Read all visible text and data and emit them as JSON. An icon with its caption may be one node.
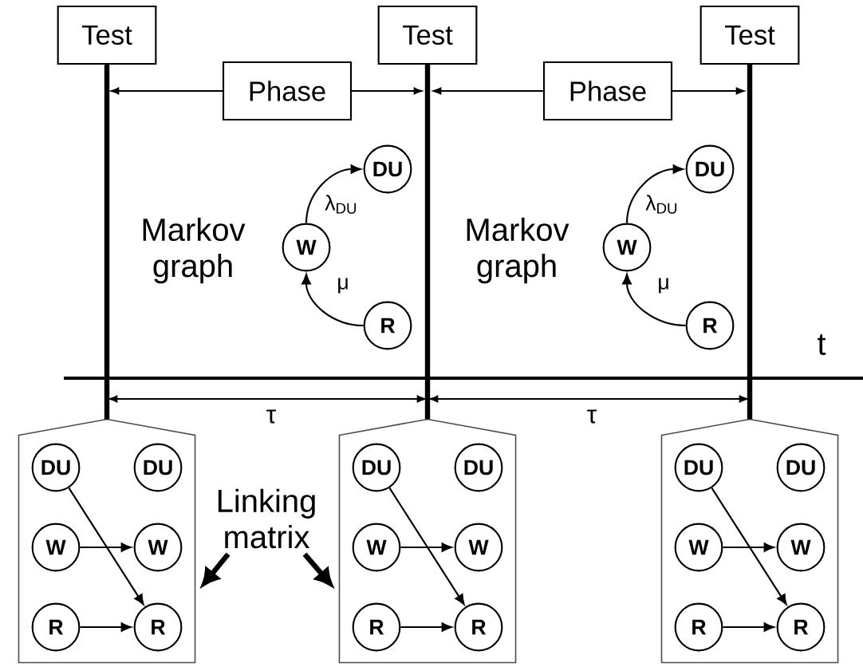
{
  "diagram": {
    "nodes": [
      {
        "text": [
          "Test"
        ]
      },
      {
        "text": [
          "Test"
        ]
      },
      {
        "text": [
          "Test"
        ]
      },
      {
        "text": [
          "Phase"
        ]
      },
      {
        "text": [
          "Phase"
        ]
      },
      {
        "text": [
          "DU"
        ]
      },
      {
        "text": [
          "W"
        ]
      },
      {
        "text": [
          "R"
        ]
      },
      {
        "text": [
          "DU"
        ]
      },
      {
        "text": [
          "W"
        ]
      },
      {
        "text": [
          "R"
        ]
      },
      {
        "text": [],
        "shape": "box"
      },
      {
        "text": [
          "DU"
        ],
        "in": 11
      },
      {
        "text": [
          "DU"
        ],
        "in": 11
      },
      {
        "text": [
          "W"
        ],
        "in": 11
      },
      {
        "text": [
          "W"
        ],
        "in": 11
      },
      {
        "text": [
          "R"
        ],
        "in": 11
      },
      {
        "text": [
          "R"
        ],
        "in": 11
      },
      {
        "text": [
          "Linking matrix"
        ]
      },
      {
        "text": [],
        "shape": "box"
      },
      {
        "text": [
          "DU"
        ],
        "in": 19
      },
      {
        "text": [
          "DU"
        ],
        "in": 19
      },
      {
        "text": [
          "W"
        ],
        "in": 19
      },
      {
        "text": [
          "W"
        ],
        "in": 19
      },
      {
        "text": [
          "R"
        ],
        "in": 19
      },
      {
        "text": [
          "R"
        ],
        "in": 19
      },
      {
        "text": [],
        "shape": "box"
      },
      {
        "text": [
          "DU"
        ],
        "in": 26
      },
      {
        "text": [
          "DU"
        ],
        "in": 26
      },
      {
        "text": [
          "W"
        ],
        "in": 26
      },
      {
        "text": [
          "W"
        ],
        "in": 26
      },
      {
        "text": [
          "R"
        ],
        "in": 26
      },
      {
        "text": [
          "R"
        ],
        "in": 26
      }
    ],
    "edges": [
      {
        "from": 6,
        "to": 5,
        "arrow": "to",
        "label": "λ$_{DU}$"
      },
      {
        "from": 7,
        "to": 6,
        "arrow": "to",
        "label": "μ"
      },
      {
        "from": 9,
        "to": 8,
        "arrow": "to",
        "label": "λ$_{DU}$"
      },
      {
        "from": 10,
        "to": 9,
        "arrow": "to",
        "label": "μ"
      },
      {
        "from": 0,
        "to": 11,
        "arrow": "none",
        "style": "thick"
      },
      {
        "from": 1,
        "to": 19,
        "arrow": "none",
        "style": "thick"
      },
      {
        "from": 2,
        "to": 26,
        "arrow": "none",
        "style": "thick"
      },
      {
        "from": 12,
        "to": 17,
        "arrow": "to"
      },
      {
        "from": 14,
        "to": 15,
        "arrow": "to"
      },
      {
        "from": 16,
        "to": 17,
        "arrow": "to"
      },
      {
        "from": 20,
        "to": 25,
        "arrow": "to"
      },
      {
        "from": 22,
        "to": 23,
        "arrow": "to"
      },
      {
        "from": 24,
        "to": 25,
        "arrow": "to"
      },
      {
        "from": 27,
        "to": 32,
        "arrow": "to"
      },
      {
        "from": 29,
        "to": 30,
        "arrow": "to"
      },
      {
        "from": 31,
        "to": 32,
        "arrow": "to"
      },
      {
        "from": 18,
        "to": 11,
        "arrow": "to",
        "style": "thick"
      },
      {
        "from": 18,
        "to": 19,
        "arrow": "to",
        "style": "thick"
      }
    ],
    "labels": [
      "Markov graph",
      "Markov graph",
      "t",
      "τ",
      "τ"
    ]
  }
}
